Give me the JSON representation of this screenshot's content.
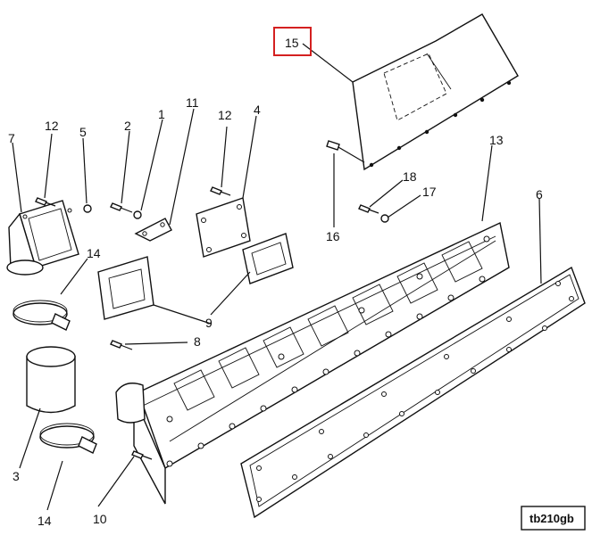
{
  "diagram": {
    "figure_code": "tb210gb",
    "highlighted_callout": "15",
    "highlight_color": "#d42020",
    "callouts": {
      "c1": "1",
      "c2": "2",
      "c3": "3",
      "c4": "4",
      "c5": "5",
      "c6": "6",
      "c7": "7",
      "c8": "8",
      "c9": "9",
      "c10": "10",
      "c11": "11",
      "c12a": "12",
      "c12b": "12",
      "c13": "13",
      "c14a": "14",
      "c14b": "14",
      "c15": "15",
      "c16": "16",
      "c17": "17",
      "c18": "18"
    }
  }
}
